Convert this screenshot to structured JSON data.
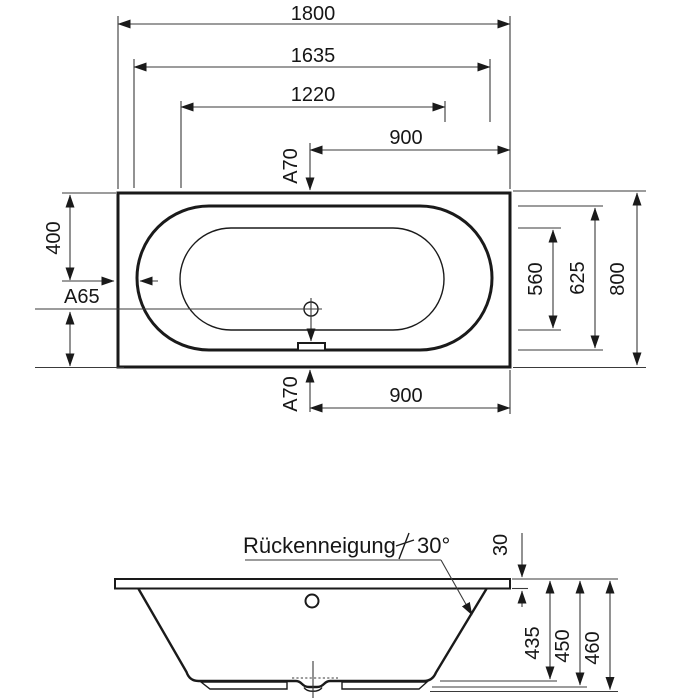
{
  "colors": {
    "line": "#1a1a1a",
    "dim_line": "#3a3a3a",
    "foot_fill": "#c9c9c9",
    "background": "#ffffff"
  },
  "top_view": {
    "dim_length_overall": "1800",
    "dim_length_inner": "1635",
    "dim_length_basin": "1220",
    "dim_drain_to_end_top": "900",
    "dim_drain_offset_top": "A70",
    "dim_half_width": "400",
    "dim_drain_side": "A65",
    "dim_basin_width": "560",
    "dim_inner_width": "625",
    "dim_width_overall": "800",
    "dim_drain_to_end_bottom": "900",
    "dim_drain_offset_bottom": "A70"
  },
  "side_view": {
    "label_back_slope": "Rückenneigung",
    "label_back_slope_angle": "30°",
    "dim_rim_height": "30",
    "dim_inner_depth": "435",
    "dim_height_shell": "450",
    "dim_height_overall": "460"
  }
}
